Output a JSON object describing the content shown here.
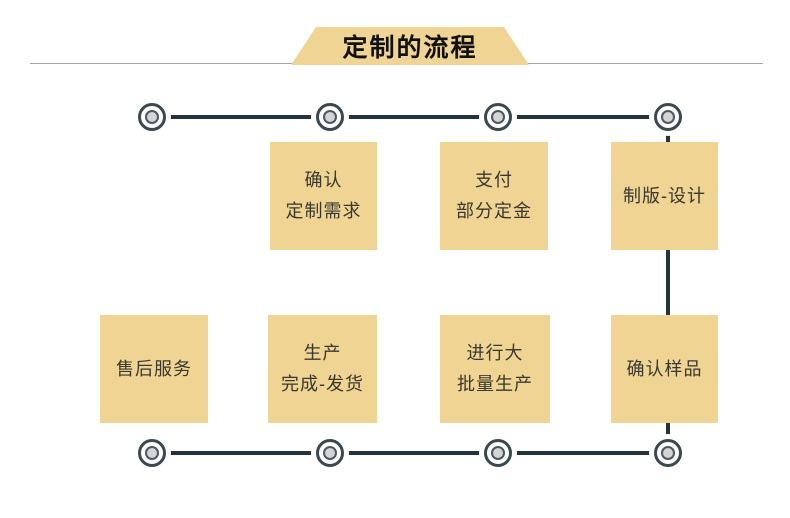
{
  "header": {
    "title": "定制的流程"
  },
  "colors": {
    "accent": "#f0d494",
    "line-dark": "#24333e",
    "divider": "#a6a6a6",
    "node-inner": "#d4d4d4",
    "text-dark": "#38382e",
    "title-color": "#111111"
  },
  "flow": {
    "steps": [
      {
        "id": "confirm-needs",
        "lines": [
          "确认",
          "定制需求"
        ]
      },
      {
        "id": "pay-deposit",
        "lines": [
          "支付",
          "部分定金"
        ]
      },
      {
        "id": "plate-design",
        "lines": [
          "制版-设计"
        ]
      },
      {
        "id": "confirm-sample",
        "lines": [
          "确认样品"
        ]
      },
      {
        "id": "mass-production",
        "lines": [
          "进行大",
          "批量生产"
        ]
      },
      {
        "id": "production-ship",
        "lines": [
          "生产",
          "完成-发货"
        ]
      },
      {
        "id": "after-sales",
        "lines": [
          "售后服务"
        ]
      }
    ],
    "node_count_top": 4,
    "node_count_bottom": 4
  }
}
